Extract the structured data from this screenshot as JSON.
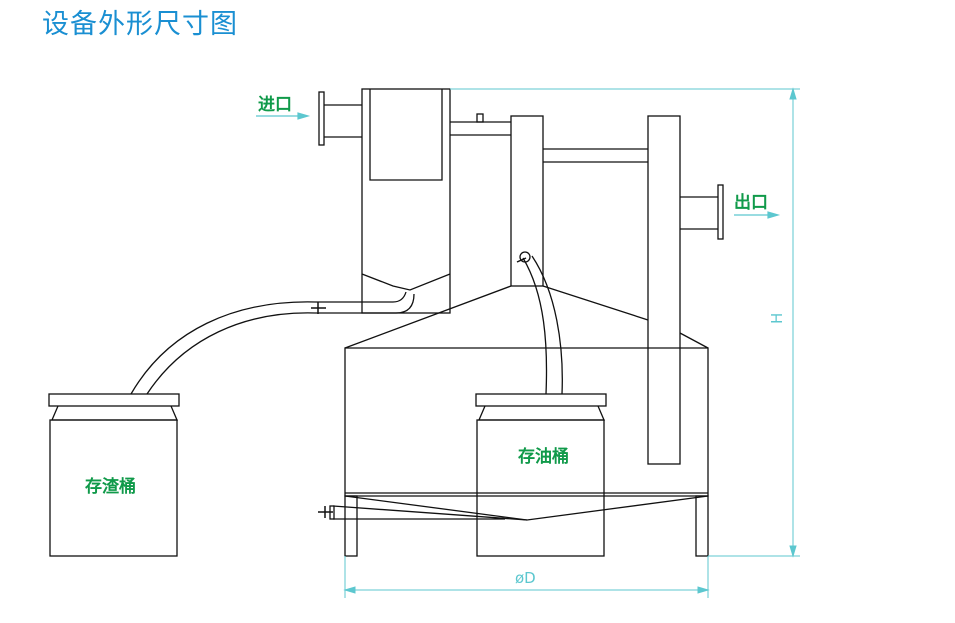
{
  "title": "设备外形尺寸图",
  "colors": {
    "title": "#1a8fd2",
    "label": "#109a4a",
    "dimension": "#5cc7cf",
    "line": "#111111"
  },
  "labels": {
    "inlet": "进口",
    "outlet": "出口",
    "slag_bucket": "存渣桶",
    "oil_bucket": "存油桶",
    "height": "H",
    "diameter": "øD"
  }
}
